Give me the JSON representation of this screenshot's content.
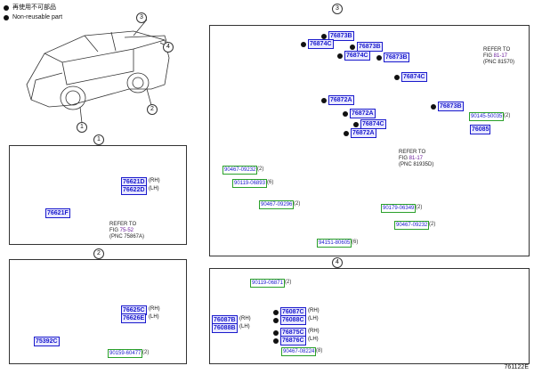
{
  "legend": {
    "nonreusable_jp": "再使用不可部品",
    "nonreusable_en": "Non-reusable part"
  },
  "callouts": {
    "c1": "1",
    "c2": "2",
    "c3": "3",
    "c4": "4"
  },
  "box1": {
    "rh_pn": "76621D",
    "lh_pn": "76622D",
    "rh": "(RH)",
    "lh": "(LH)",
    "pn_left": "76621F",
    "refer": "REFER TO",
    "fig_prefix": "FIG ",
    "fig": "75-52",
    "pnc": "(PNC 75867A)"
  },
  "box2": {
    "rh_pn": "76625C",
    "lh_pn": "76626E",
    "rh": "(RH)",
    "lh": "(LH)",
    "pn_left": "75392C",
    "bolt": "90159-60477",
    "bolt_qty": "(2)"
  },
  "box3": {
    "top_pns": [
      "76873B",
      "76874C",
      "76873B",
      "76874C",
      "76873B",
      "76874C",
      "76872A",
      "76872A",
      "76874C",
      "76872A",
      "76873B"
    ],
    "refer_top": "REFER TO",
    "fig_top": "81-17",
    "pnc_top": "(PNC 81570)",
    "fig_prefix": "FIG ",
    "bolt_right": "90145-50035",
    "bolt_right_qty": "(2)",
    "pn_right": "76085",
    "refer_mid": "REFER TO",
    "fig_mid": "81-17",
    "pnc_mid": "(PNC 81935D)",
    "g1": "90467-09232",
    "g1q": "(2)",
    "g2": "90119-06893",
    "g2q": "(6)",
    "g3": "90467-09296",
    "g3q": "(2)",
    "g4": "90179-06349",
    "g4q": "(2)",
    "g5": "90467-09232",
    "g5q": "(2)",
    "g6": "94151-80605",
    "g6q": "(6)"
  },
  "box4": {
    "g_top": "90119-06871",
    "g_top_q": "(2)",
    "rh_pn": "76087B",
    "lh_pn": "76088B",
    "rh": "(RH)",
    "lh": "(LH)",
    "r1": "76087C",
    "r1s": "(RH)",
    "r2": "76088C",
    "r2s": "(LH)",
    "r3": "76875C",
    "r3s": "(RH)",
    "r4": "76876C",
    "r4s": "(LH)",
    "g_bot": "90467-08224",
    "g_bot_q": "(8)"
  },
  "diagram_code": "761122E"
}
